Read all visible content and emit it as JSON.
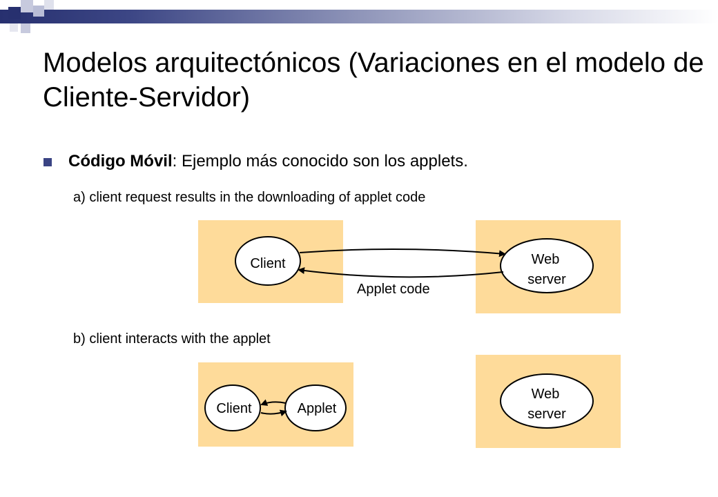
{
  "title": "Modelos arquitectónicos (Variaciones en el modelo de Cliente-Servidor)",
  "bullet": {
    "term": "Código Móvil",
    "rest": ": Ejemplo más conocido son los applets."
  },
  "panel_a": {
    "caption": "a) client request results in the downloading of applet code",
    "client_label": "Client",
    "server_line1": "Web",
    "server_line2": "server",
    "arrow_label": "Applet code"
  },
  "panel_b": {
    "caption": "b) client  interacts with the applet",
    "client_label": "Client",
    "applet_label": "Applet",
    "server_line1": "Web",
    "server_line2": "server"
  },
  "colors": {
    "box_fill": "#fedb9a",
    "accent": "#3a4484"
  }
}
